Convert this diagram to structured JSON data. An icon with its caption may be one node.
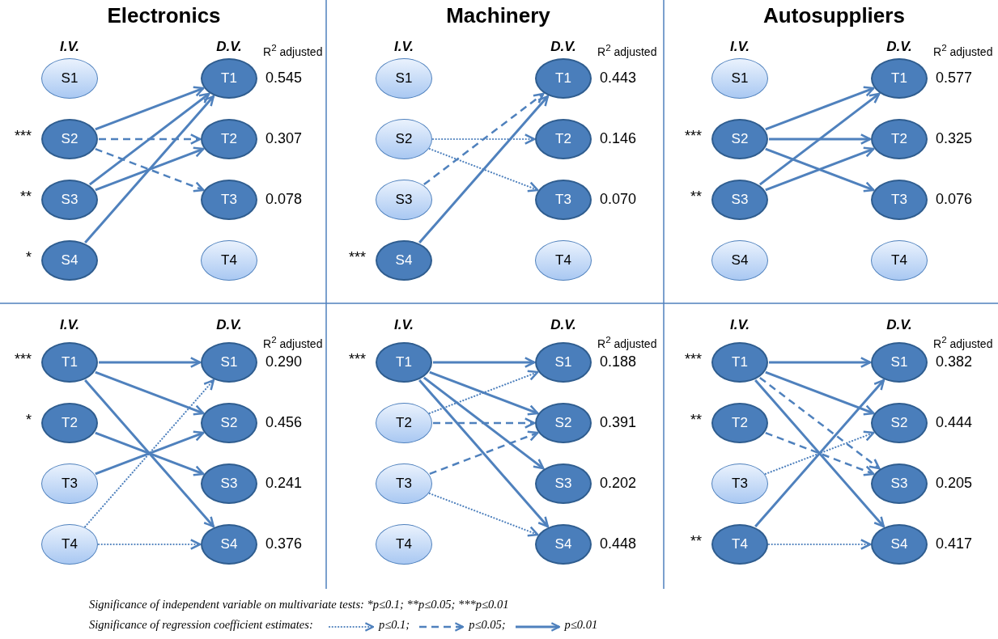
{
  "diagram": {
    "nodes": [
      {
        "text": [
          "S1"
        ]
      },
      {
        "text": [
          "S2"
        ],
        "beside": [
          "***"
        ]
      },
      {
        "text": [
          "S3"
        ],
        "beside": [
          "**"
        ]
      },
      {
        "text": [
          "S4"
        ],
        "beside": [
          "*"
        ]
      },
      {
        "text": [
          "T1"
        ],
        "beside": [
          "0.545"
        ]
      },
      {
        "text": [
          "T2"
        ],
        "beside": [
          "0.307"
        ]
      },
      {
        "text": [
          "T3"
        ],
        "beside": [
          "0.078"
        ]
      },
      {
        "text": [
          "T4"
        ]
      },
      {
        "text": [
          "S1"
        ]
      },
      {
        "text": [
          "S2"
        ]
      },
      {
        "text": [
          "S3"
        ]
      },
      {
        "text": [
          "S4"
        ],
        "beside": [
          "***"
        ]
      },
      {
        "text": [
          "T1"
        ],
        "beside": [
          "0.443"
        ]
      },
      {
        "text": [
          "T2"
        ],
        "beside": [
          "0.146"
        ]
      },
      {
        "text": [
          "T3"
        ],
        "beside": [
          "0.070"
        ]
      },
      {
        "text": [
          "T4"
        ]
      },
      {
        "text": [
          "S1"
        ]
      },
      {
        "text": [
          "S2"
        ],
        "beside": [
          "***"
        ]
      },
      {
        "text": [
          "S3"
        ],
        "beside": [
          "**"
        ]
      },
      {
        "text": [
          "S4"
        ]
      },
      {
        "text": [
          "T1"
        ],
        "beside": [
          "0.577"
        ]
      },
      {
        "text": [
          "T2"
        ],
        "beside": [
          "0.325"
        ]
      },
      {
        "text": [
          "T3"
        ],
        "beside": [
          "0.076"
        ]
      },
      {
        "text": [
          "T4"
        ]
      },
      {
        "text": [
          "T1"
        ],
        "beside": [
          "***"
        ]
      },
      {
        "text": [
          "T2"
        ],
        "beside": [
          "*"
        ]
      },
      {
        "text": [
          "T3"
        ]
      },
      {
        "text": [
          "T4"
        ]
      },
      {
        "text": [
          "S1"
        ],
        "beside": [
          "0.290"
        ]
      },
      {
        "text": [
          "S2"
        ],
        "beside": [
          "0.456"
        ]
      },
      {
        "text": [
          "S3"
        ],
        "beside": [
          "0.241"
        ]
      },
      {
        "text": [
          "S4"
        ],
        "beside": [
          "0.376"
        ]
      },
      {
        "text": [
          "T1"
        ],
        "beside": [
          "***"
        ]
      },
      {
        "text": [
          "T2"
        ]
      },
      {
        "text": [
          "T3"
        ]
      },
      {
        "text": [
          "T4"
        ]
      },
      {
        "text": [
          "S1"
        ],
        "beside": [
          "0.188"
        ]
      },
      {
        "text": [
          "S2"
        ],
        "beside": [
          "0.391"
        ]
      },
      {
        "text": [
          "S3"
        ],
        "beside": [
          "0.202"
        ]
      },
      {
        "text": [
          "S4"
        ],
        "beside": [
          "0.448"
        ]
      },
      {
        "text": [
          "T1"
        ],
        "beside": [
          "***"
        ]
      },
      {
        "text": [
          "T2"
        ],
        "beside": [
          "**"
        ]
      },
      {
        "text": [
          "T3"
        ]
      },
      {
        "text": [
          "T4"
        ],
        "beside": [
          "**"
        ]
      },
      {
        "text": [
          "S1"
        ],
        "beside": [
          "0.382"
        ]
      },
      {
        "text": [
          "S2"
        ],
        "beside": [
          "0.444"
        ]
      },
      {
        "text": [
          "S3"
        ],
        "beside": [
          "0.205"
        ]
      },
      {
        "text": [
          "S4"
        ],
        "beside": [
          "0.417"
        ]
      }
    ],
    "edges": [
      {
        "from": 1,
        "to": 4,
        "arrow": "to"
      },
      {
        "from": 1,
        "to": 5,
        "arrow": "to",
        "style": "dashed"
      },
      {
        "from": 1,
        "to": 6,
        "arrow": "to",
        "style": "dashed"
      },
      {
        "from": 2,
        "to": 4,
        "arrow": "to"
      },
      {
        "from": 2,
        "to": 5,
        "arrow": "to"
      },
      {
        "from": 3,
        "to": 4,
        "arrow": "to"
      },
      {
        "from": 9,
        "to": 13,
        "arrow": "to",
        "style": "dashed"
      },
      {
        "from": 9,
        "to": 14,
        "arrow": "to",
        "style": "dashed"
      },
      {
        "from": 10,
        "to": 12,
        "arrow": "to",
        "style": "dashed"
      },
      {
        "from": 11,
        "to": 12,
        "arrow": "to"
      },
      {
        "from": 17,
        "to": 20,
        "arrow": "to"
      },
      {
        "from": 17,
        "to": 21,
        "arrow": "to"
      },
      {
        "from": 17,
        "to": 22,
        "arrow": "to"
      },
      {
        "from": 18,
        "to": 20,
        "arrow": "to"
      },
      {
        "from": 18,
        "to": 21,
        "arrow": "to"
      },
      {
        "from": 24,
        "to": 28,
        "arrow": "to"
      },
      {
        "from": 24,
        "to": 29,
        "arrow": "to"
      },
      {
        "from": 24,
        "to": 31,
        "arrow": "to"
      },
      {
        "from": 25,
        "to": 30,
        "arrow": "to"
      },
      {
        "from": 26,
        "to": 29,
        "arrow": "to"
      },
      {
        "from": 27,
        "to": 28,
        "arrow": "to",
        "style": "dashed"
      },
      {
        "from": 27,
        "to": 31,
        "arrow": "to",
        "style": "dashed"
      },
      {
        "from": 32,
        "to": 36,
        "arrow": "to"
      },
      {
        "from": 32,
        "to": 37,
        "arrow": "to"
      },
      {
        "from": 32,
        "to": 38,
        "arrow": "to"
      },
      {
        "from": 32,
        "to": 39,
        "arrow": "to"
      },
      {
        "from": 33,
        "to": 36,
        "arrow": "to",
        "style": "dashed"
      },
      {
        "from": 33,
        "to": 37,
        "arrow": "to",
        "style": "dashed"
      },
      {
        "from": 34,
        "to": 37,
        "arrow": "to",
        "style": "dashed"
      },
      {
        "from": 34,
        "to": 39,
        "arrow": "to",
        "style": "dashed"
      },
      {
        "from": 40,
        "to": 44,
        "arrow": "to"
      },
      {
        "from": 40,
        "to": 45,
        "arrow": "to"
      },
      {
        "from": 40,
        "to": 46,
        "arrow": "to",
        "style": "dashed"
      },
      {
        "from": 40,
        "to": 47,
        "arrow": "to"
      },
      {
        "from": 41,
        "to": 46,
        "arrow": "to",
        "style": "dashed"
      },
      {
        "from": 42,
        "to": 45,
        "arrow": "to",
        "style": "dashed"
      },
      {
        "from": 43,
        "to": 44,
        "arrow": "to"
      },
      {
        "from": 43,
        "to": 47,
        "arrow": "to",
        "style": "dashed"
      }
    ],
    "labels": [
      "Electronics",
      "Machinery",
      "Autosuppliers",
      "I.V.",
      "D.V.",
      "R$^{2}$ adjusted",
      "I.V.",
      "D.V.",
      "R$^{2}$ adjusted",
      "I.V.",
      "D.V.",
      "R$^{2}$ adjusted",
      "I.V.",
      "D.V.",
      "R$^{2}$ adjusted",
      "I.V.",
      "D.V.",
      "R$^{2}$ adjusted",
      "I.V.",
      "D.V.",
      "R$^{2}$ adjusted",
      "Significance of independent variable on multivariate tests:  *p≤0.1; **p≤0.05; ***p≤0.01",
      "Significance of regression coefficient estimates:"
    ],
    "legend": [
      {
        "text": "p≤0.1;"
      },
      {
        "text": "p≤0.05;"
      },
      {
        "text": "p≤0.01"
      }
    ]
  }
}
